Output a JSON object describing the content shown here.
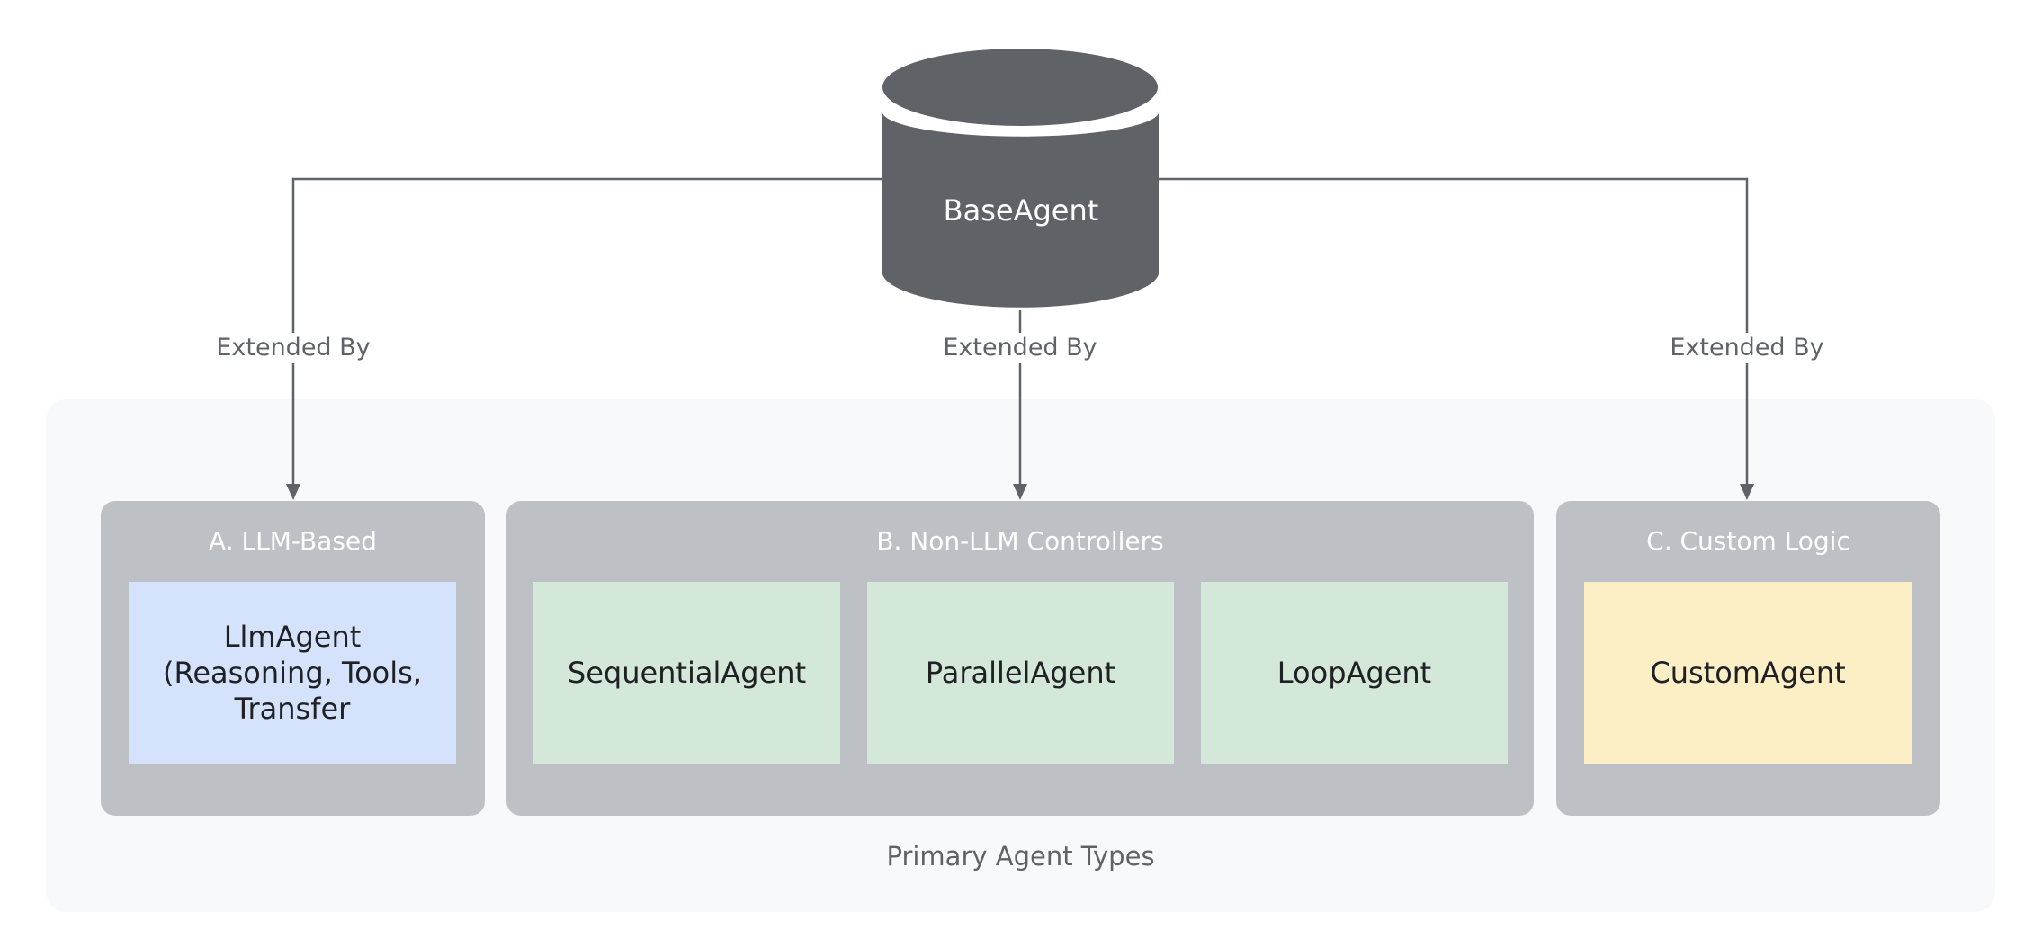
{
  "root": {
    "label": "BaseAgent",
    "color": "#5f6368"
  },
  "edges": {
    "left_label": "Extended By",
    "center_label": "Extended By",
    "right_label": "Extended By"
  },
  "panel": {
    "label": "Primary Agent Types"
  },
  "groups": {
    "a": {
      "title": "A. LLM-Based",
      "cards": [
        "LlmAgent\n(Reasoning, Tools,\nTransfer"
      ]
    },
    "b": {
      "title": "B. Non-LLM Controllers",
      "cards": [
        "SequentialAgent",
        "ParallelAgent",
        "LoopAgent"
      ]
    },
    "c": {
      "title": "C. Custom Logic",
      "cards": [
        "CustomAgent"
      ]
    }
  },
  "colors": {
    "group_bg": "#bdc1c6",
    "llm_card": "#d4e2fc",
    "controller_card": "#d4e8da",
    "custom_card": "#fcefc6",
    "panel_bg": "#f8f9fa",
    "connector": "#5f6368"
  }
}
